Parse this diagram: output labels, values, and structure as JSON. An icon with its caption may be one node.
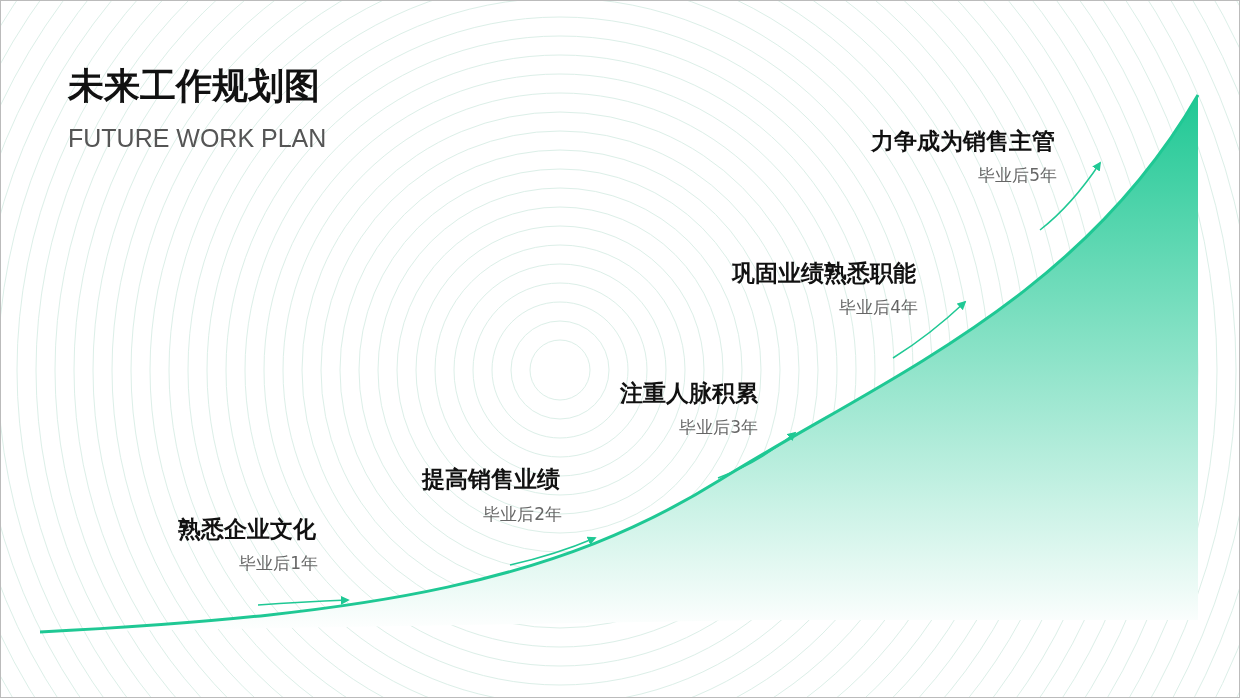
{
  "diagram": {
    "title": "未来工作规划图",
    "labels": [
      "FUTURE WORK PLAN",
      "熟悉企业文化",
      "毕业后1年",
      "提高销售业绩",
      "毕业后2年",
      "注重人脉积累",
      "毕业后3年",
      "巩固业绩熟悉职能",
      "毕业后4年",
      "力争成为销售主管",
      "毕业后5年"
    ]
  }
}
